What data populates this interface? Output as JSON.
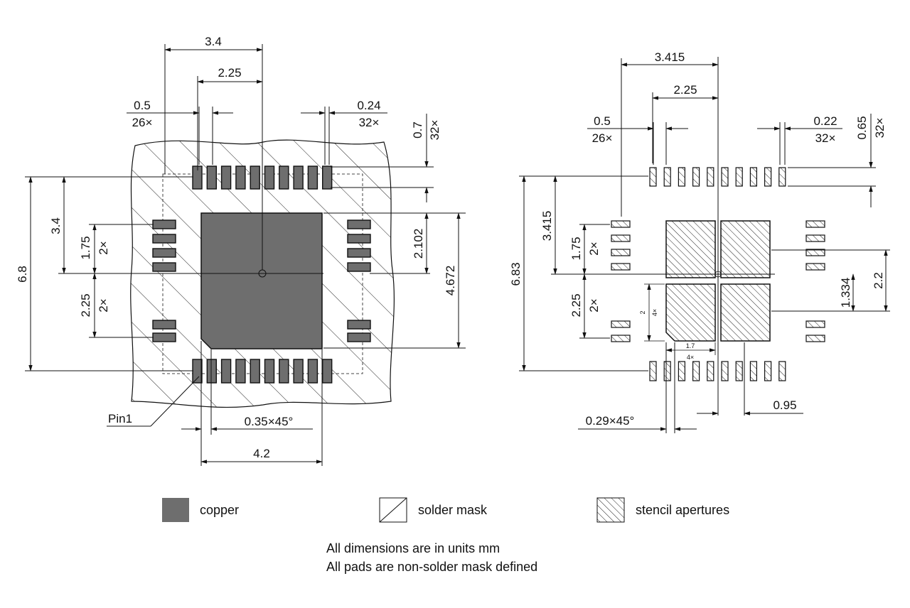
{
  "footprint": {
    "dims": {
      "d_3_4_top": "3.4",
      "d_2_25_top": "2.25",
      "d_0_5": "0.5",
      "d_26x_a": "26×",
      "d_0_24": "0.24",
      "d_32x_a": "32×",
      "d_0_7": "0.7",
      "d_32x_b": "32×",
      "d_3_4_left": "3.4",
      "d_6_8": "6.8",
      "d_1_75": "1.75",
      "d_2x_a": "2×",
      "d_2_25_left": "2.25",
      "d_2x_b": "2×",
      "d_2_102": "2.102",
      "d_4_672": "4.672",
      "pin1": "Pin1",
      "chamfer": "0.35×45°",
      "d_4_2": "4.2"
    }
  },
  "stencil": {
    "dims": {
      "d_3_415_top": "3.415",
      "d_2_25_top": "2.25",
      "d_0_5": "0.5",
      "d_26x": "26×",
      "d_0_22": "0.22",
      "d_32x_a": "32×",
      "d_0_65": "0.65",
      "d_32x_b": "32×",
      "d_3_415_left": "3.415",
      "d_6_83": "6.83",
      "d_1_75": "1.75",
      "d_2x_a": "2×",
      "d_2_25_left": "2.25",
      "d_2x_b": "2×",
      "d_2_small": "2",
      "d_4x_a": "4×",
      "d_1_7": "1.7",
      "d_4x_b": "4×",
      "d_1_334": "1.334",
      "d_2_2": "2.2",
      "d_0_95": "0.95",
      "chamfer": "0.29×45°"
    }
  },
  "legend": {
    "copper": "copper",
    "solder_mask": "solder mask",
    "stencil": "stencil apertures"
  },
  "notes": {
    "line1": "All dimensions are in units mm",
    "line2": "All pads are non-solder mask defined"
  },
  "colors": {
    "copper": "#6e6e6e",
    "outline": "#111111",
    "background": "#ffffff"
  }
}
